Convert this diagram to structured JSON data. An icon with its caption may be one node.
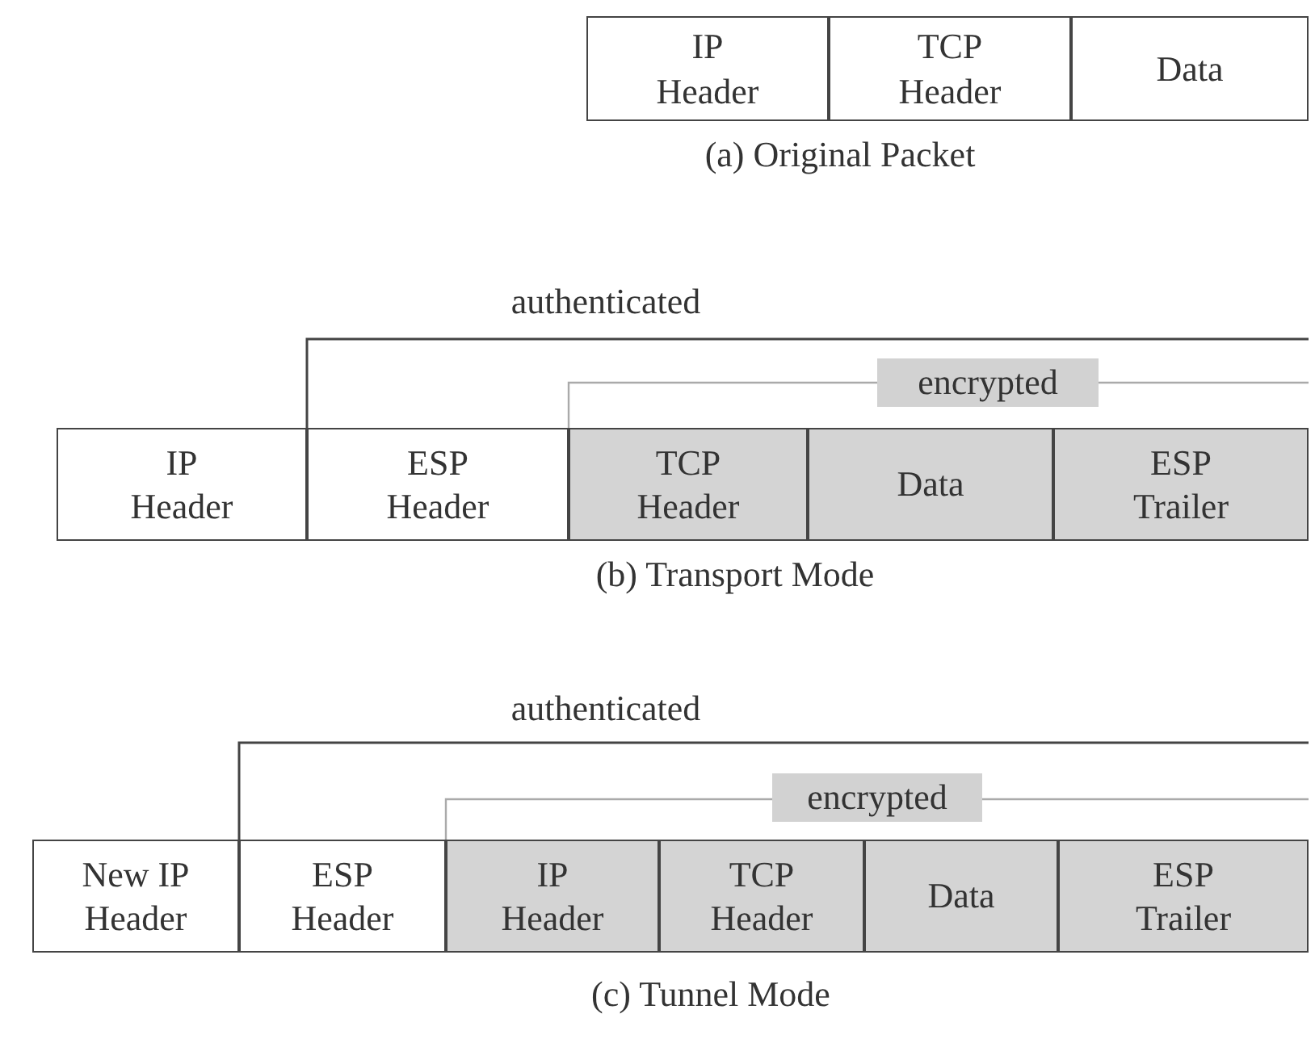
{
  "diagram": {
    "nodes": [
      {
        "text": [
          "IP Header"
        ]
      },
      {
        "text": [
          "TCP Header"
        ]
      },
      {
        "text": [
          "Data"
        ]
      },
      {
        "text": [
          "encrypted"
        ]
      },
      {
        "text": [
          "IP Header"
        ]
      },
      {
        "text": [
          "ESP Header"
        ]
      },
      {
        "text": [
          "TCP Header"
        ]
      },
      {
        "text": [
          "Data"
        ]
      },
      {
        "text": [
          "ESP Trailer"
        ]
      },
      {
        "text": [
          "encrypted"
        ]
      },
      {
        "text": [
          "New IP Header"
        ]
      },
      {
        "text": [
          "ESP Header"
        ]
      },
      {
        "text": [
          "IP Header"
        ]
      },
      {
        "text": [
          "TCP Header"
        ]
      },
      {
        "text": [
          "Data"
        ]
      },
      {
        "text": [
          "ESP Trailer"
        ]
      }
    ],
    "edges": [],
    "labels": [
      "(a) Original Packet",
      "authenticated",
      "(b) Transport Mode",
      "authenticated",
      "(c) Tunnel Mode"
    ]
  }
}
